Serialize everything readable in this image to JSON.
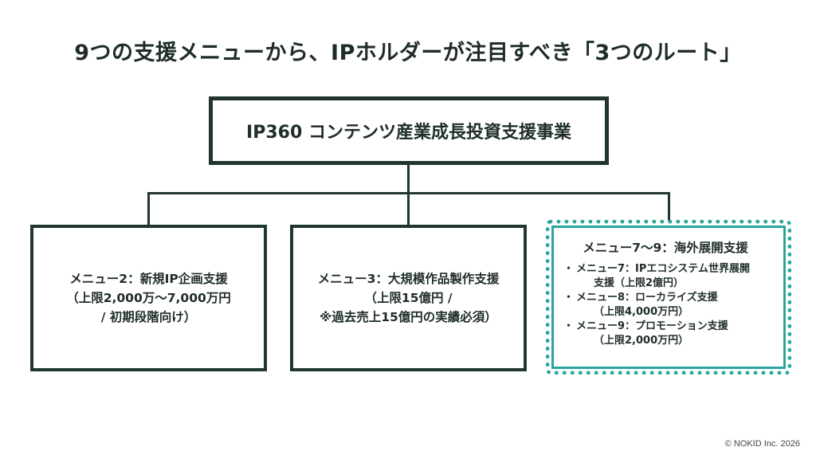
{
  "title": "9つの支援メニューから、IPホルダーが注目すべき「3つのルート」",
  "root": {
    "label": "IP360 コンテンツ産業成長投資支援事業"
  },
  "menus": [
    {
      "lines": [
        "メニュー2：新規IP企画支援",
        "（上限2,000万〜7,000万円",
        "/ 初期段階向け）"
      ]
    },
    {
      "lines": [
        "メニュー3：大規模作品製作支援",
        "（上限15億円 /",
        "※過去売上15億円の実績必須）"
      ]
    }
  ],
  "highlight": {
    "title": "メニュー7〜9：海外展開支援",
    "bullet": "・",
    "items": [
      {
        "line1": "メニュー7：IPエコシステム世界展開",
        "line2": "支援（上限2億円）"
      },
      {
        "line1": "メニュー8：ローカライズ支援",
        "line2": "（上限4,000万円）"
      },
      {
        "line1": "メニュー9：プロモーション支援",
        "line2": "（上限2,000万円）"
      }
    ],
    "accent_color": "#2aa59f"
  },
  "copyright": "© NOKID Inc. 2026",
  "colors": {
    "text": "#1f2d2a",
    "border": "#213632",
    "accent": "#2aa59f"
  }
}
